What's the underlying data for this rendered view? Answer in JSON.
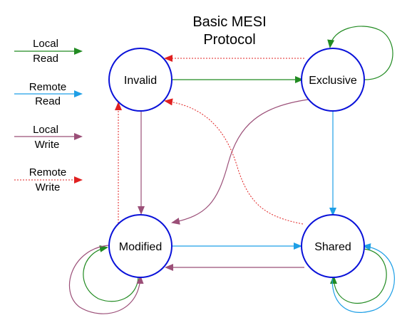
{
  "title": {
    "line1": "Basic MESI",
    "line2": "Protocol"
  },
  "states": {
    "invalid": "Invalid",
    "exclusive": "Exclusive",
    "modified": "Modified",
    "shared": "Shared"
  },
  "legend": {
    "local_read": {
      "line1": "Local",
      "line2": "Read",
      "color": "#228B22",
      "style": "solid"
    },
    "remote_read": {
      "line1": "Remote",
      "line2": "Read",
      "color": "#1E9FE6",
      "style": "solid"
    },
    "local_write": {
      "line1": "Local",
      "line2": "Write",
      "color": "#9B4F78",
      "style": "solid"
    },
    "remote_write": {
      "line1": "Remote",
      "line2": "Write",
      "color": "#E02020",
      "style": "dotted"
    }
  },
  "colors": {
    "state_outline": "#0A12D9",
    "local_read": "#228B22",
    "remote_read": "#1E9FE6",
    "local_write": "#9B4F78",
    "remote_write": "#E02020"
  }
}
